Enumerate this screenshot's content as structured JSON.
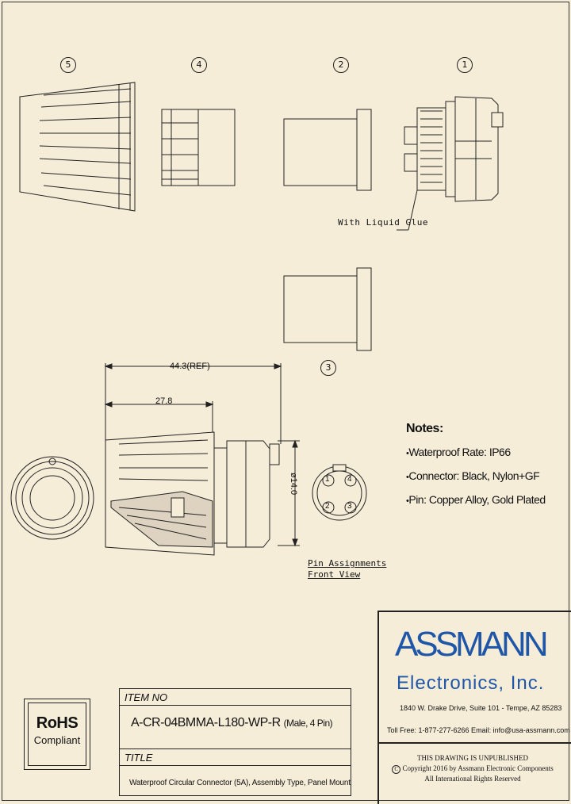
{
  "callouts": {
    "c5": "5",
    "c4": "4",
    "c2": "2",
    "c1": "1",
    "c3": "3"
  },
  "annotations": {
    "glue": "With Liquid Glue",
    "pin_assign_line1": "Pin Assignments",
    "pin_assign_line2": "Front View"
  },
  "dimensions": {
    "overall": "44.3(REF)",
    "body": "27.8",
    "diameter": "ø14.0",
    "pin_1": "1",
    "pin_2": "2",
    "pin_3": "3",
    "pin_4": "4"
  },
  "notes": {
    "title": "Notes:",
    "items": [
      "Waterproof Rate: IP66",
      "Connector: Black, Nylon+GF",
      "Pin: Copper Alloy, Gold Plated"
    ]
  },
  "rohs": {
    "main": "RoHS",
    "sub": "Compliant"
  },
  "title_block": {
    "item_no_label": "ITEM NO",
    "item_no": "A-CR-04BMMA-L180-WP-R",
    "item_no_suffix": "(Male, 4 Pin)",
    "title_label": "TITLE",
    "title": "Waterproof Circular Connector (5A), Assembly Type, Panel Mount"
  },
  "company": {
    "name": "ASSMANN",
    "sub": "Electronics, Inc.",
    "address": "1840 W. Drake Drive, Suite 101 - Tempe, AZ 85283",
    "contact": "Toll Free: 1-877-277-6266   Email: info@usa-assmann.com",
    "legal1": "THIS DRAWING IS UNPUBLISHED",
    "copy_symbol": "C",
    "legal2": "Copyright 2016 by Assmann Electronic Components",
    "legal3": "All International Rights Reserved"
  },
  "colors": {
    "background": "#f6edd9",
    "brand": "#1f56a8",
    "line": "#222222"
  }
}
